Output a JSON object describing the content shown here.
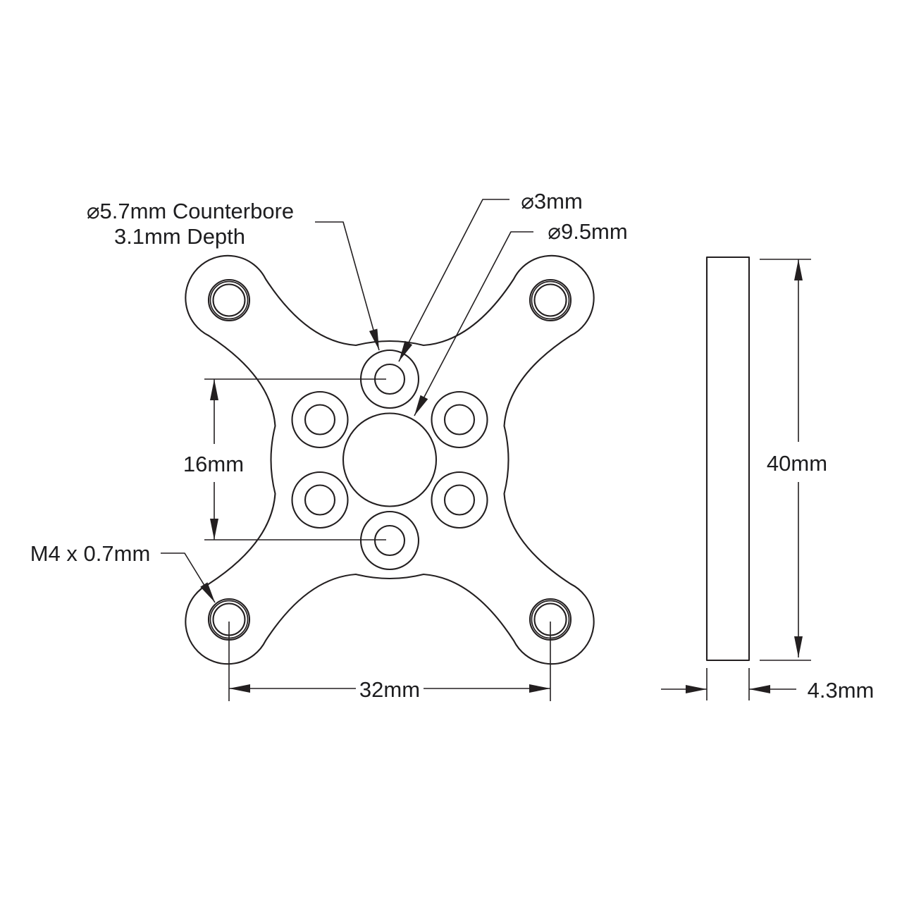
{
  "drawing": {
    "background_color": "#ffffff",
    "line_color": "#231f20",
    "front_view": {
      "callouts": {
        "counterbore": {
          "line1": "⌀5.7mm Counterbore",
          "line2": "3.1mm Depth"
        },
        "through_hole": "⌀3mm",
        "center_bore": "⌀9.5mm",
        "corner_thread": "M4 x 0.7mm"
      },
      "dimensions": {
        "hole_spacing_vertical": "16mm",
        "corner_hole_spacing": "32mm"
      }
    },
    "side_view": {
      "dimensions": {
        "height": "40mm",
        "thickness": "4.3mm"
      }
    }
  }
}
